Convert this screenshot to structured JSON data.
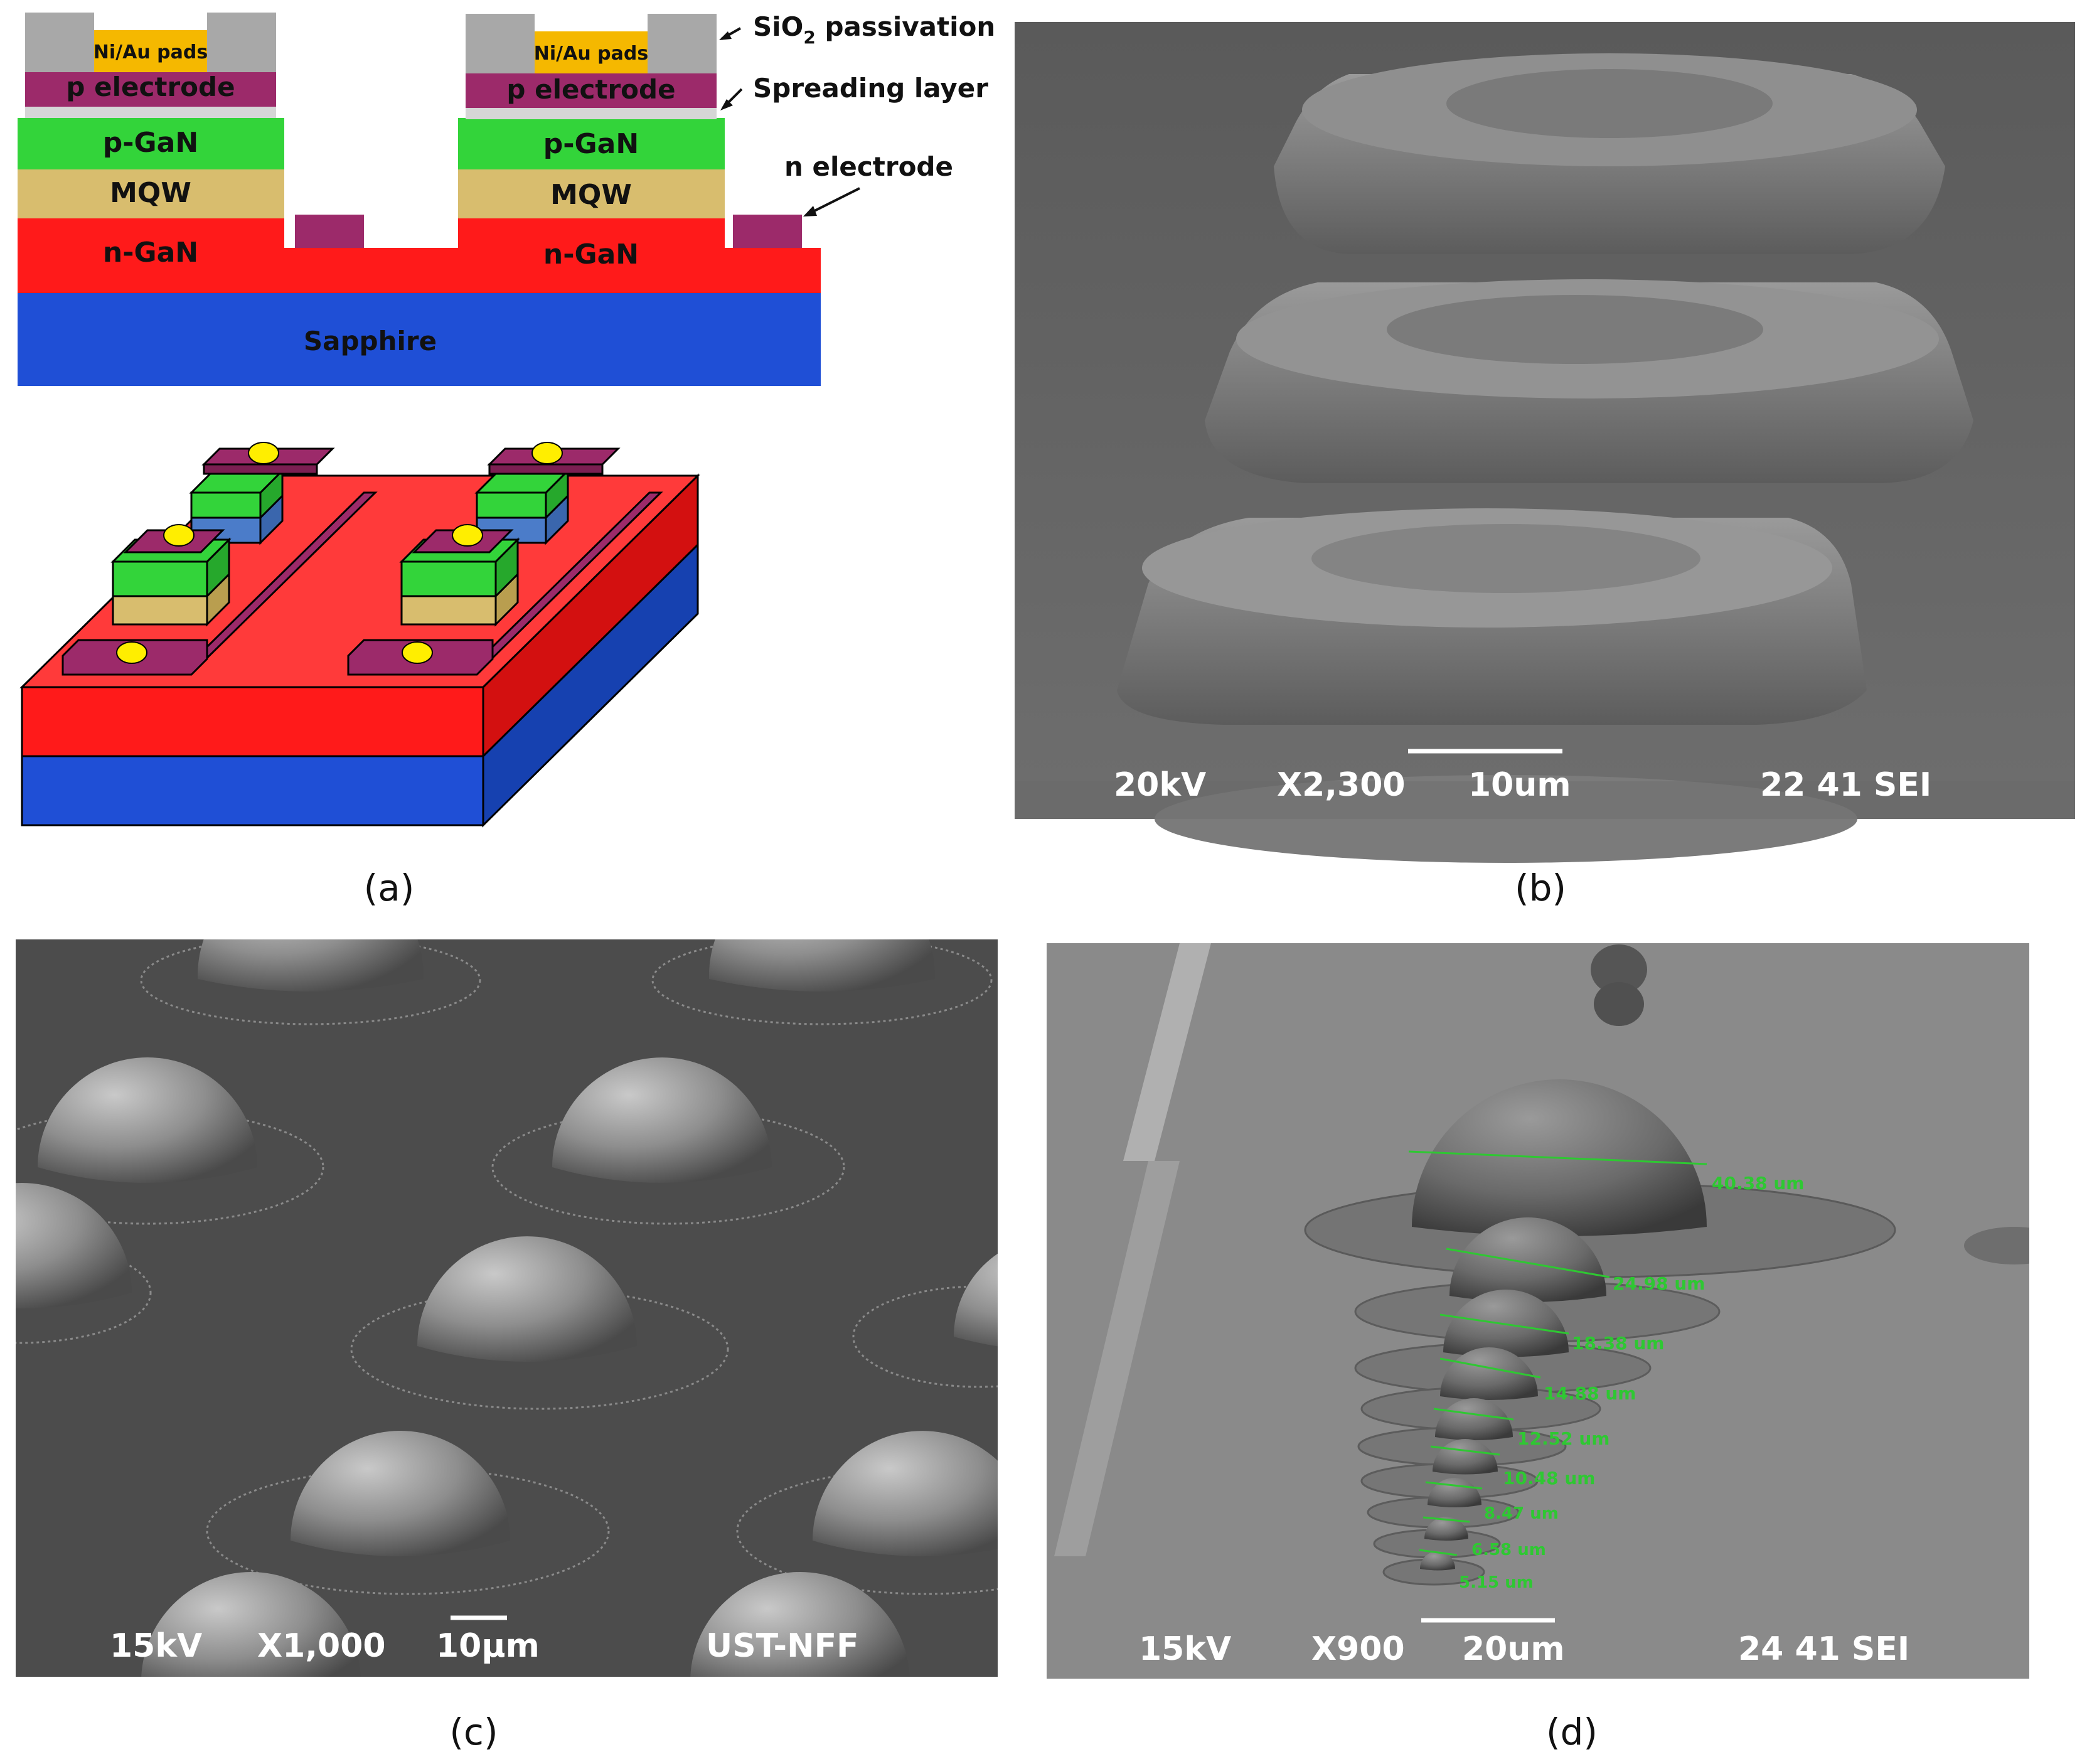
{
  "panel_a": {
    "caption": "(a)",
    "cross_section": {
      "layers": {
        "pads": "Ni/Au pads",
        "p_electrode": "p electrode",
        "p_gan": "p-GaN",
        "mqw": "MQW",
        "n_gan": "n-GaN",
        "substrate": "Sapphire"
      },
      "annotations": {
        "passivation_prefix": "SiO",
        "passivation_sub": "2",
        "passivation_suffix": " passivation",
        "spreading": "Spreading layer",
        "n_electrode": "n electrode"
      }
    },
    "colors": {
      "sapphire": "#1f4fd6",
      "n_gan": "#ff1a1a",
      "mqw": "#d8bd6e",
      "p_gan": "#33d43a",
      "electrode": "#9c2a6a",
      "pads": "#f5b800",
      "passivation": "#a8a8a8",
      "spreading": "#d6d6d6",
      "contact_dot": "#ffee00"
    }
  },
  "panel_b": {
    "caption": "(b)",
    "sem_info": {
      "voltage": "20kV",
      "magnification": "X2,300",
      "scale": "10um",
      "detector": "22 41 SEI"
    }
  },
  "panel_c": {
    "caption": "(c)",
    "sem_info": {
      "voltage": "15kV",
      "magnification": "X1,000",
      "scale": "10µm",
      "detector": "UST-NFF"
    }
  },
  "panel_d": {
    "caption": "(d)",
    "sem_info": {
      "voltage": "15kV",
      "magnification": "X900",
      "scale": "20um",
      "detector": "24 41 SEI"
    },
    "measurements": [
      "40.38 um",
      "24.98 um",
      "18.38 um",
      "14.88 um",
      "12.52 um",
      "10.48 um",
      "8.47 um",
      "6.58 um",
      "5.15 um"
    ]
  }
}
